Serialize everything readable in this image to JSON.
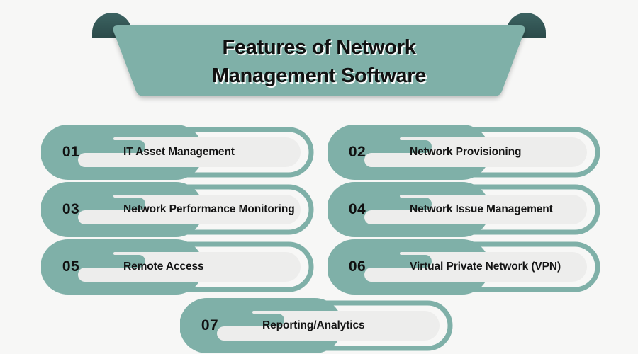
{
  "banner": {
    "title_line1": "Features of Network",
    "title_line2": "Management Software"
  },
  "colors": {
    "background": "#f7f7f6",
    "teal": "#7fb0a8",
    "teal_dark": "#2e4f4e",
    "pill_fill": "#ededec",
    "text": "#111111"
  },
  "features": [
    {
      "number": "01",
      "label": "IT Asset Management"
    },
    {
      "number": "02",
      "label": "Network Provisioning"
    },
    {
      "number": "03",
      "label": "Network Performance Monitoring"
    },
    {
      "number": "04",
      "label": "Network Issue Management"
    },
    {
      "number": "05",
      "label": "Remote Access"
    },
    {
      "number": "06",
      "label": "Virtual Private Network (VPN)"
    },
    {
      "number": "07",
      "label": "Reporting/Analytics"
    }
  ]
}
